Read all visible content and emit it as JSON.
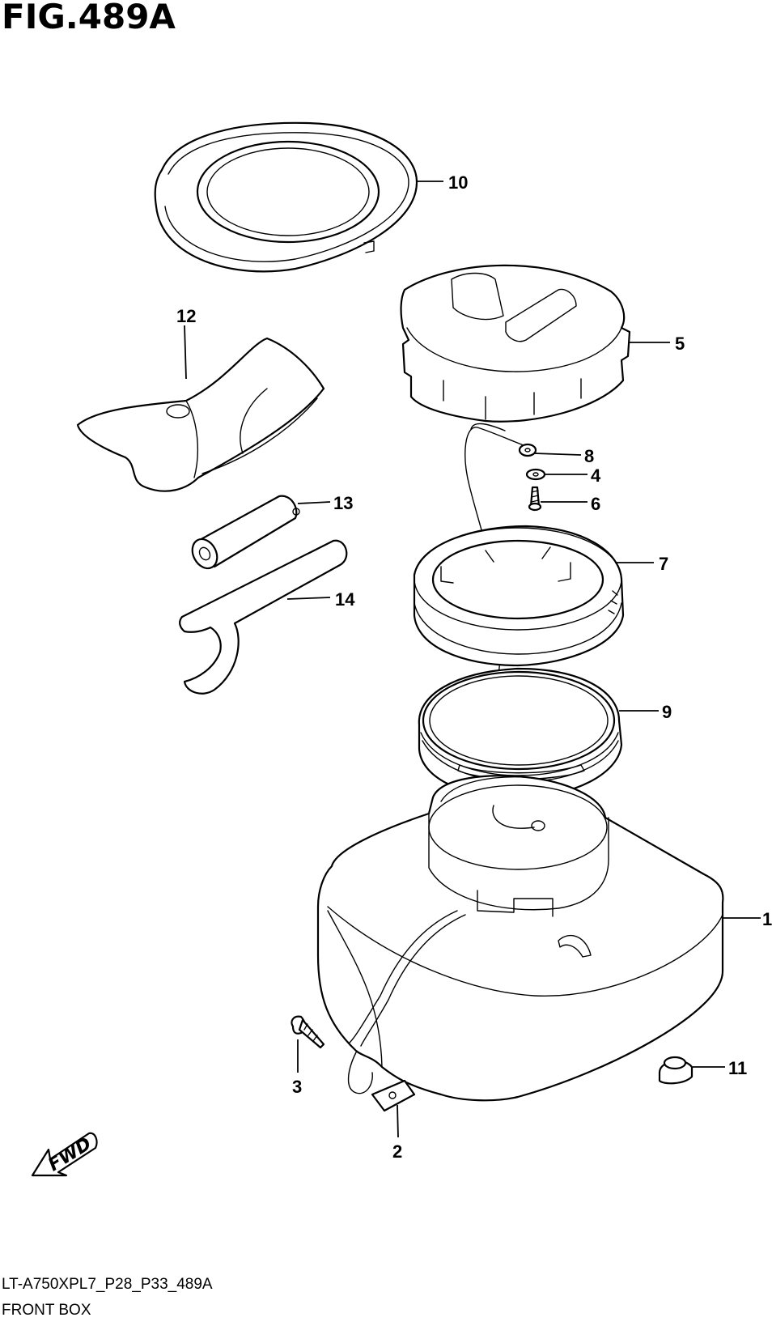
{
  "figure": {
    "title": "FIG.489A",
    "model_code": "LT-A750XPL7_P28_P33_489A",
    "section_name": "FRONT BOX"
  },
  "callouts": {
    "p1": "1",
    "p2": "2",
    "p3": "3",
    "p4": "4",
    "p5": "5",
    "p6": "6",
    "p7": "7",
    "p8": "8",
    "p9": "9",
    "p10": "10",
    "p11": "11",
    "p12": "12",
    "p13": "13",
    "p14": "14"
  },
  "direction_marker": {
    "label": "FWD",
    "icon": "forward-arrow-icon"
  }
}
